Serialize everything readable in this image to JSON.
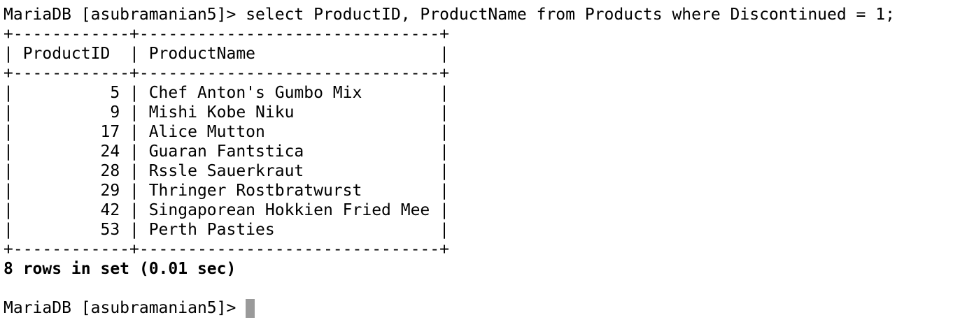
{
  "terminal": {
    "prompt": "MariaDB [asubramanian5]> ",
    "command": "select ProductID, ProductName from Products where Discontinued = 1;",
    "table": {
      "border": "+------------+-------------------------------+",
      "header": "| ProductID  | ProductName                   |",
      "rows": [
        "|          5 | Chef Anton's Gumbo Mix        |",
        "|          9 | Mishi Kobe Niku               |",
        "|         17 | Alice Mutton                  |",
        "|         24 | Guaran Fantstica              |",
        "|         28 | Rssle Sauerkraut              |",
        "|         29 | Thringer Rostbratwurst        |",
        "|         42 | Singaporean Hokkien Fried Mee |",
        "|         53 | Perth Pasties                 |"
      ]
    },
    "result_summary": "8 rows in set (0.01 sec)",
    "blank_line": "",
    "second_prompt": "MariaDB [asubramanian5]> "
  }
}
